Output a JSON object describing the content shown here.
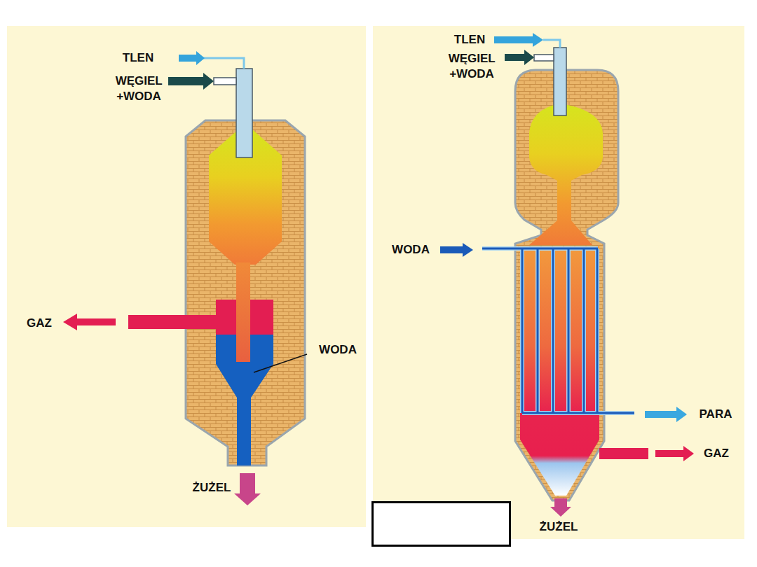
{
  "diagram": {
    "labels": [
      "TLEN",
      "WĘGIEL +WODA",
      "GAZ",
      "WODA",
      "ŻUŻEL",
      "TLEN",
      "WĘGIEL +WODA",
      "WODA",
      "PARA",
      "GAZ",
      "ŻUŻEL"
    ]
  }
}
